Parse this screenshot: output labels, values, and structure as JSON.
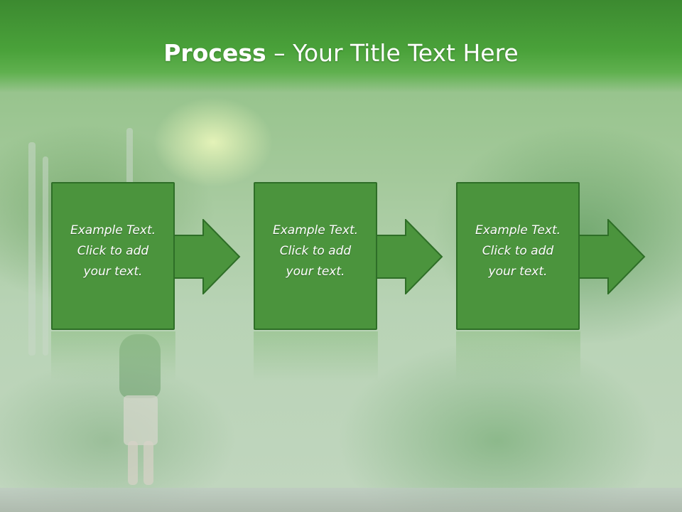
{
  "title": {
    "bold": "Process",
    "rest": " – Your Title Text Here"
  },
  "steps": [
    {
      "text": "Example Text.\nClick  to add\nyour text."
    },
    {
      "text": "Example Text.\nClick  to add\nyour text."
    },
    {
      "text": "Example Text.\nClick  to add\nyour text."
    }
  ],
  "colors": {
    "header_green": "#4aa23a",
    "box_fill": "#4b943d",
    "box_border": "#2e6e27",
    "text": "#ffffff"
  }
}
